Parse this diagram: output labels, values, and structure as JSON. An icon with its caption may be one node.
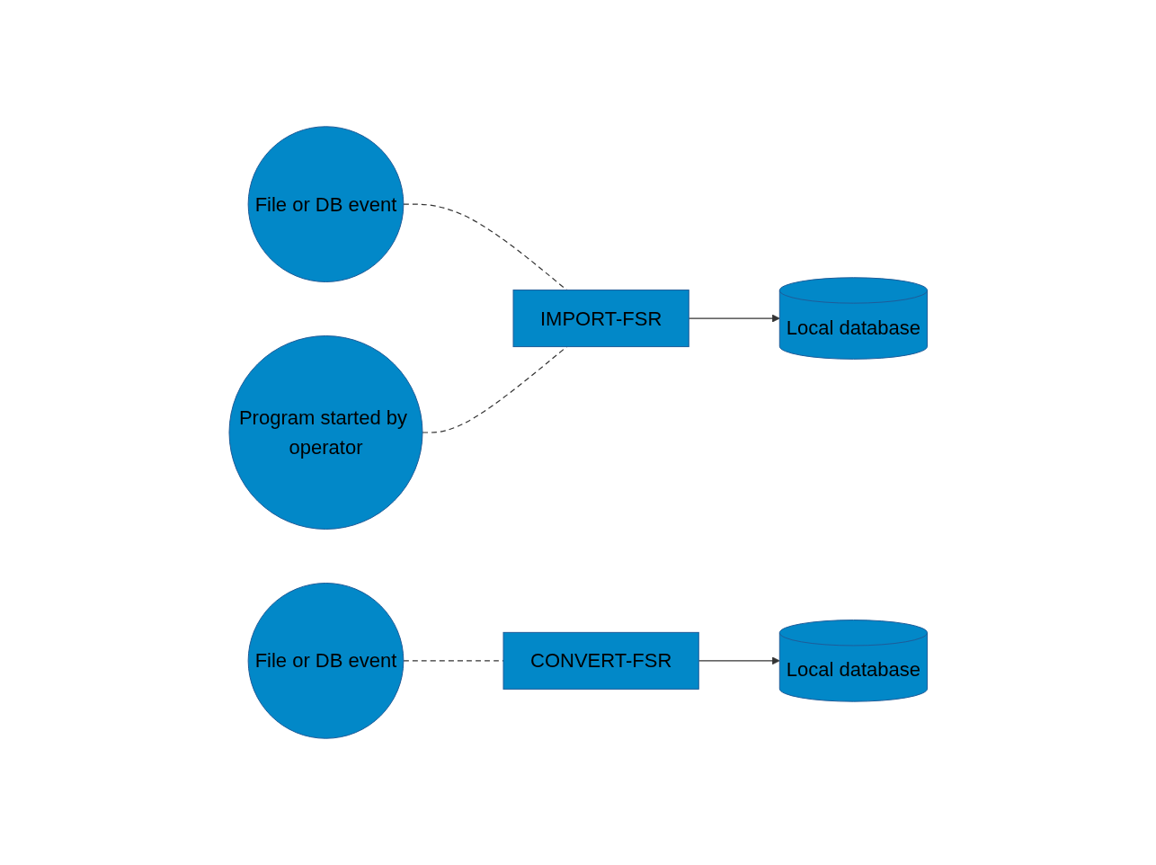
{
  "diagram": {
    "nodes": [
      {
        "text": [
          "File or DB event"
        ]
      },
      {
        "text": [
          "Program started by operator"
        ]
      },
      {
        "text": [
          "IMPORT-FSR"
        ]
      },
      {
        "text": [
          "Local database"
        ]
      },
      {
        "text": [
          "File or DB event"
        ]
      },
      {
        "text": [
          "CONVERT-FSR"
        ]
      },
      {
        "text": [
          "Local database"
        ]
      }
    ],
    "edges": [
      {
        "from": 0,
        "to": 2,
        "arrow": "none",
        "style": "dashed"
      },
      {
        "from": 1,
        "to": 2,
        "arrow": "none",
        "style": "dashed"
      },
      {
        "from": 2,
        "to": 3,
        "arrow": "to"
      },
      {
        "from": 4,
        "to": 5,
        "arrow": "none",
        "style": "dashed"
      },
      {
        "from": 5,
        "to": 6,
        "arrow": "to"
      }
    ]
  }
}
